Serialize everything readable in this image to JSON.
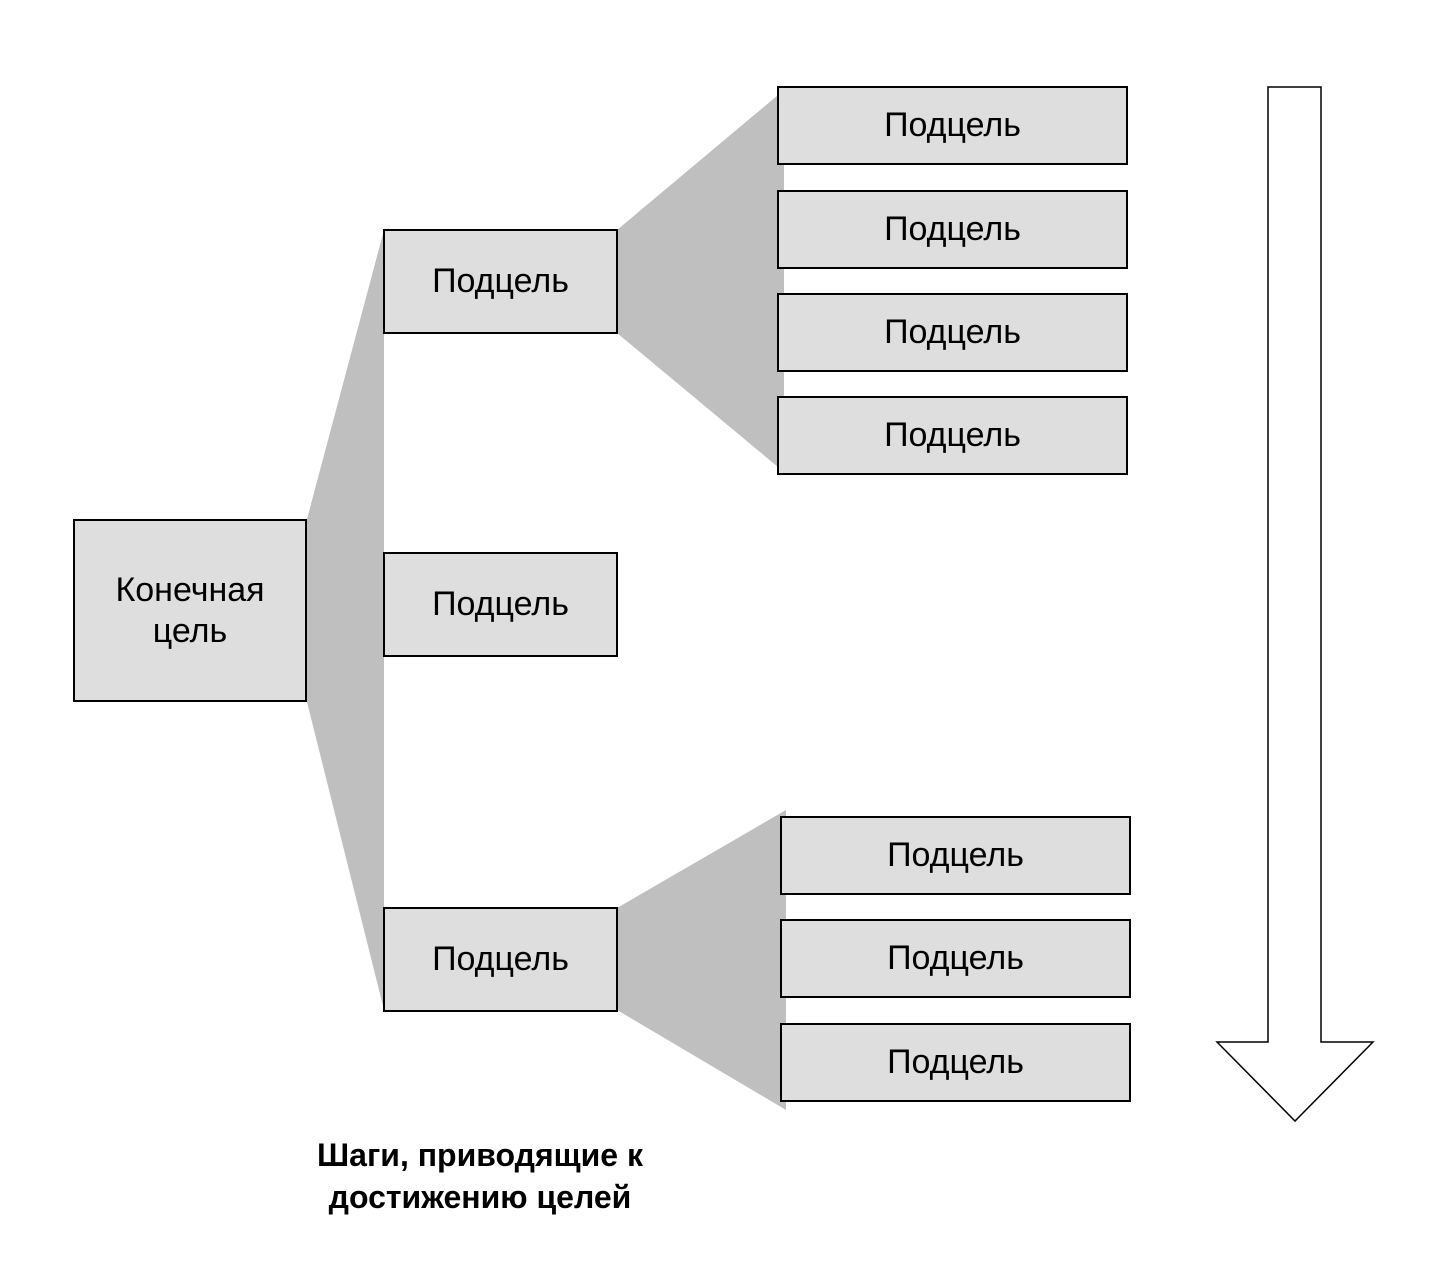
{
  "root": {
    "label": "Конечная цель"
  },
  "subgoals": [
    {
      "label": "Подцель",
      "children": [
        {
          "label": "Подцель"
        },
        {
          "label": "Подцель"
        },
        {
          "label": "Подцель"
        },
        {
          "label": "Подцель"
        }
      ]
    },
    {
      "label": "Подцель",
      "children": []
    },
    {
      "label": "Подцель",
      "children": [
        {
          "label": "Подцель"
        },
        {
          "label": "Подцель"
        },
        {
          "label": "Подцель"
        }
      ]
    }
  ],
  "caption": "Шаги, приводящие к достижению целей",
  "colors": {
    "box_fill": "#dedede",
    "connector_fill": "#bfbfbf",
    "stroke": "#000000"
  }
}
